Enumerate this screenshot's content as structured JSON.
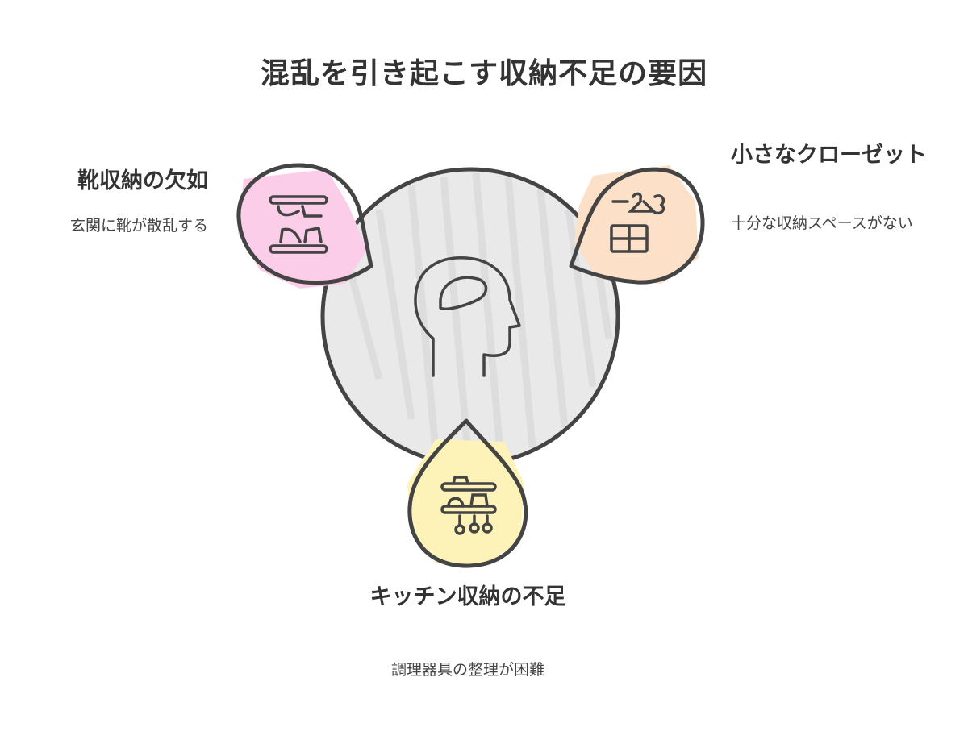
{
  "title": "混乱を引き起こす収納不足の要因",
  "center": {
    "icon": "head-brain-icon"
  },
  "factors": [
    {
      "title": "靴収納の欠如",
      "description": "玄関に靴が散乱する",
      "icon": "shoe-rack-icon",
      "color": "#fbcde8"
    },
    {
      "title": "小さなクローゼット",
      "description": "十分な収納スペースがない",
      "icon": "hanger-drawer-icon",
      "color": "#fde0c8"
    },
    {
      "title": "キッチン収納の不足",
      "description": "調理器具の整理が困難",
      "icon": "kitchen-shelf-icon",
      "color": "#fdf3b8"
    }
  ],
  "colors": {
    "center_fill": "#e9e9e9",
    "stroke": "#444444",
    "text": "#333333"
  }
}
